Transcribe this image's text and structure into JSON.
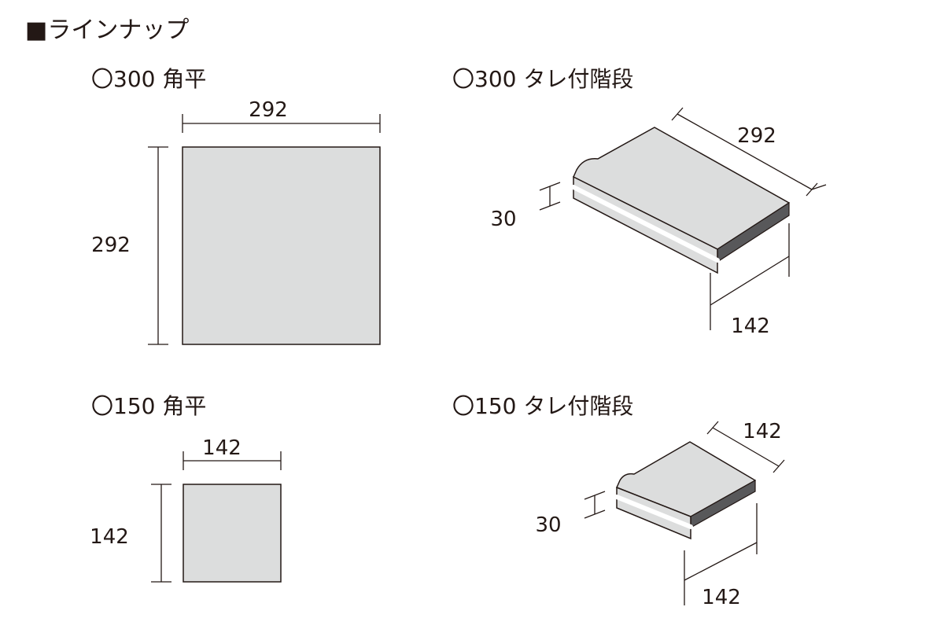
{
  "heading": "■ラインナップ",
  "products": [
    {
      "title": "〇300 角平",
      "dims": {
        "width": "292",
        "height": "292"
      }
    },
    {
      "title": "〇300 タレ付階段",
      "dims": {
        "length": "292",
        "thickness": "30",
        "depth": "142"
      }
    },
    {
      "title": "〇150 角平",
      "dims": {
        "width": "142",
        "height": "142"
      }
    },
    {
      "title": "〇150 タレ付階段",
      "dims": {
        "length": "142",
        "thickness": "30",
        "depth": "142"
      }
    }
  ],
  "colors": {
    "tile_top": "#dcdddd",
    "tile_edge": "#231815",
    "tile_side": "#58585a",
    "line": "#231815"
  }
}
